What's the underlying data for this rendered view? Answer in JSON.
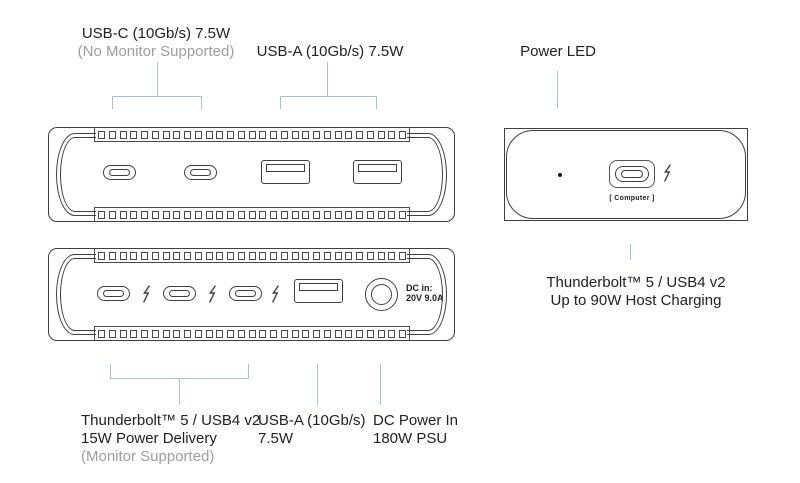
{
  "colors": {
    "outline": "#3F3F3F",
    "leader": "#A5C1DE",
    "text": "#212121",
    "muted": "#9E9E9E"
  },
  "top_labels": {
    "usbc": {
      "line1": "USB-C (10Gb/s) 7.5W",
      "line2": "(No Monitor Supported)"
    },
    "usba": "USB-A (10Gb/s) 7.5W",
    "power_led": "Power LED"
  },
  "bottom_panel": {
    "dc_in": {
      "line1": "DC in:",
      "line2": "20V 9.0A"
    }
  },
  "front_panel": {
    "computer": "[ Computer ]"
  },
  "bottom_labels": {
    "thunderbolt": {
      "line1": "Thunderbolt™ 5 / USB4 v2",
      "line2": "15W Power Delivery",
      "line3": "(Monitor Supported)"
    },
    "usba": {
      "line1": "USB-A (10Gb/s)",
      "line2": "7.5W"
    },
    "dc": {
      "line1": "DC Power In",
      "line2": "180W PSU"
    }
  },
  "right_labels": {
    "host": {
      "line1": "Thunderbolt™ 5 / USB4 v2",
      "line2": "Up to 90W Host Charging"
    }
  }
}
